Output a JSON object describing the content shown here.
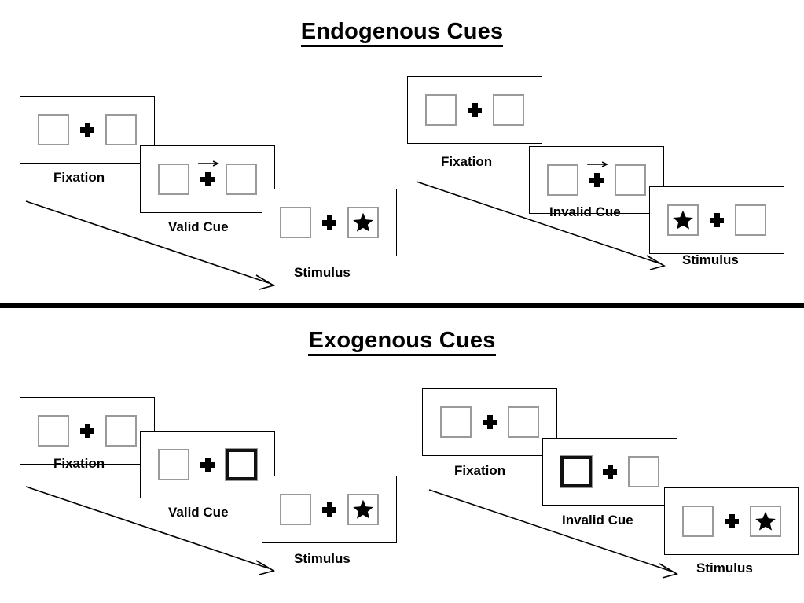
{
  "sections": [
    {
      "id": "endogenous",
      "title": "Endogenous Cues",
      "groups": [
        {
          "id": "endogenous-valid",
          "panels": [
            {
              "caption": "Fixation",
              "cue": "none",
              "left": "empty",
              "right": "empty"
            },
            {
              "caption": "Valid Cue",
              "cue": "arrow-right",
              "left": "empty",
              "right": "empty"
            },
            {
              "caption": "Stimulus",
              "cue": "none",
              "left": "empty",
              "right": "star"
            }
          ]
        },
        {
          "id": "endogenous-invalid",
          "panels": [
            {
              "caption": "Fixation",
              "cue": "none",
              "left": "empty",
              "right": "empty"
            },
            {
              "caption": "Invalid Cue",
              "cue": "arrow-right",
              "left": "empty",
              "right": "empty"
            },
            {
              "caption": "Stimulus",
              "cue": "none",
              "left": "star",
              "right": "empty"
            }
          ]
        }
      ]
    },
    {
      "id": "exogenous",
      "title": "Exogenous Cues",
      "groups": [
        {
          "id": "exogenous-valid",
          "panels": [
            {
              "caption": "Fixation",
              "cue": "none",
              "left": "empty",
              "right": "empty"
            },
            {
              "caption": "Valid Cue",
              "cue": "box-right",
              "left": "empty",
              "right": "empty"
            },
            {
              "caption": "Stimulus",
              "cue": "none",
              "left": "empty",
              "right": "star"
            }
          ]
        },
        {
          "id": "exogenous-invalid",
          "panels": [
            {
              "caption": "Fixation",
              "cue": "none",
              "left": "empty",
              "right": "empty"
            },
            {
              "caption": "Invalid Cue",
              "cue": "box-left",
              "left": "empty",
              "right": "empty"
            },
            {
              "caption": "Stimulus",
              "cue": "none",
              "left": "empty",
              "right": "star"
            }
          ]
        }
      ]
    }
  ],
  "icons": {
    "star": "star-icon",
    "fixation_cross": "fixation-cross-icon",
    "cue_arrow": "arrow-right-icon",
    "time_arrow": "time-progression-arrow-icon"
  },
  "colors": {
    "stroke": "#000000",
    "box_border": "#9a9a9a",
    "cued_box_border": "#111111",
    "background": "#ffffff"
  },
  "labels": {
    "endogenous_title": "Endogenous Cues",
    "exogenous_title": "Exogenous Cues",
    "fixation": "Fixation",
    "valid_cue": "Valid Cue",
    "invalid_cue": "Invalid Cue",
    "stimulus": "Stimulus"
  }
}
